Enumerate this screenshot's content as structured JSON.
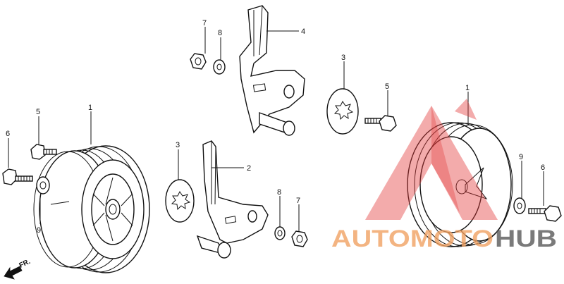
{
  "diagram": {
    "part_labels": {
      "wheel_front": "1",
      "wheel_rear": "1",
      "bracket_lower": "2",
      "bracket_upper": "4",
      "cap_left": "3",
      "cap_right": "3",
      "bolt_left_top": "5",
      "bolt_right_top": "5",
      "bolt_left": "6",
      "bolt_right": "6",
      "nut_top": "7",
      "nut_bottom": "7",
      "washer_top": "8",
      "washer_bottom": "8",
      "washer_left": "9",
      "washer_right": "9"
    },
    "direction_label": "FR."
  },
  "watermark": {
    "word_a": "AUTOMOTO",
    "word_b": "HUB",
    "color_a": "#f0a060",
    "color_b": "#555555",
    "triangle_color": "#e23a3a"
  }
}
